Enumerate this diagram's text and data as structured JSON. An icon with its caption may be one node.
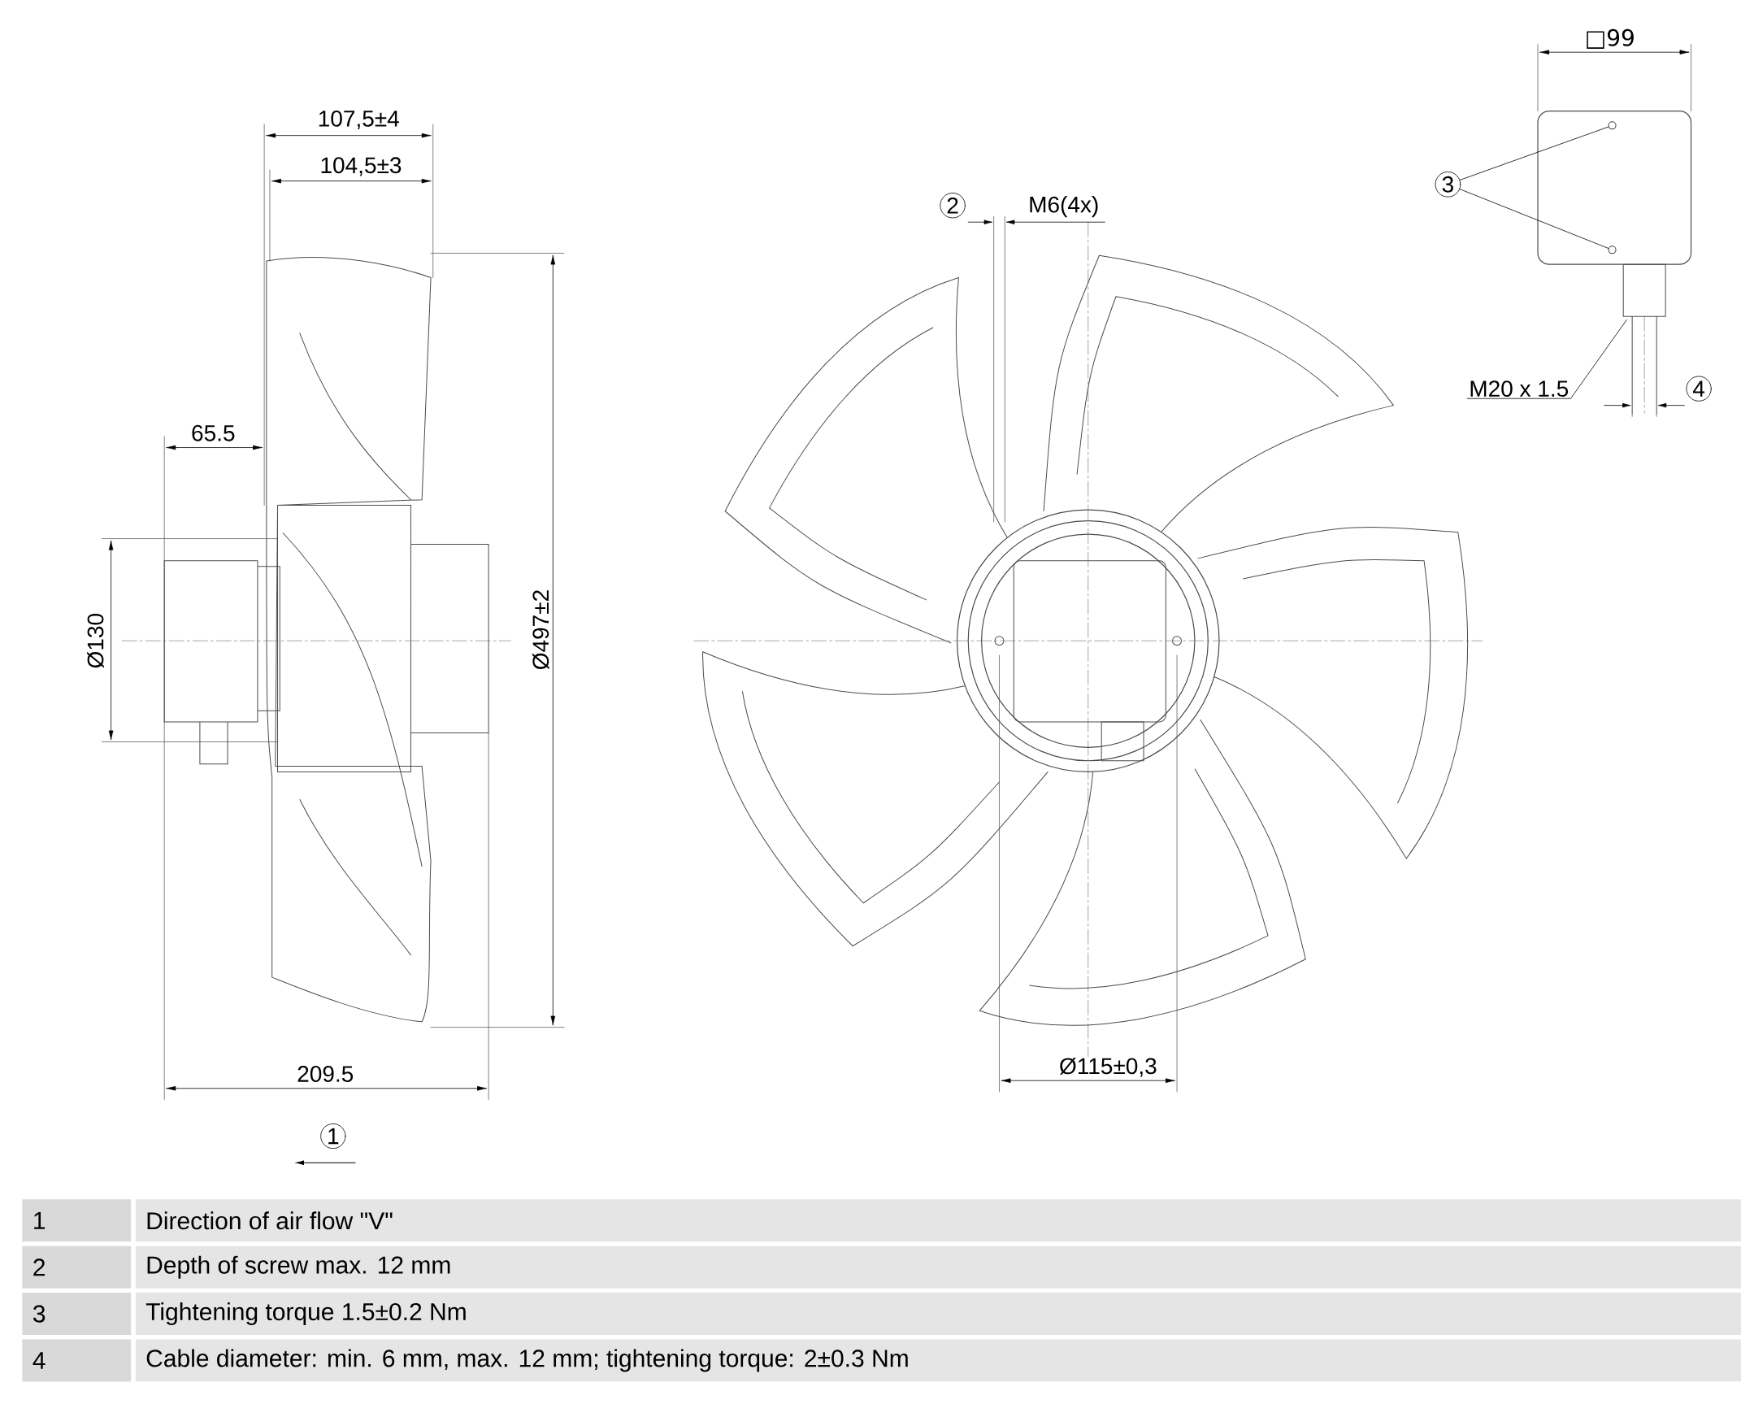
{
  "diagram": {
    "nodes": [
      {
        "text": [
          "3"
        ]
      },
      {
        "text": [],
        "shape": "circle"
      },
      {
        "text": [],
        "shape": "circle"
      },
      {
        "text": [
          "M20 x 1.5"
        ]
      }
    ],
    "edges": [
      {
        "from": 0,
        "to": 1,
        "arrow": "none"
      },
      {
        "from": 0,
        "to": 2,
        "arrow": "none"
      },
      {
        "from": 3,
        "to": null,
        "arrow": "none"
      }
    ],
    "labels": [
      "107,5±4",
      "104,5±3",
      "65.5",
      "Ø130",
      "Ø497±2",
      "209.5",
      "1",
      "2",
      "M6(4x)",
      "Ø115±0,3",
      "□99",
      "4",
      "1",
      "Direction of air flow \"V\"",
      "2",
      "Depth of screw max. 12 mm",
      "3",
      "Tightening torque 1.5±0.2 Nm",
      "4",
      "Cable diameter: min. 6 mm, max. 12 mm; tightening torque: 2±0.3 Nm"
    ]
  }
}
